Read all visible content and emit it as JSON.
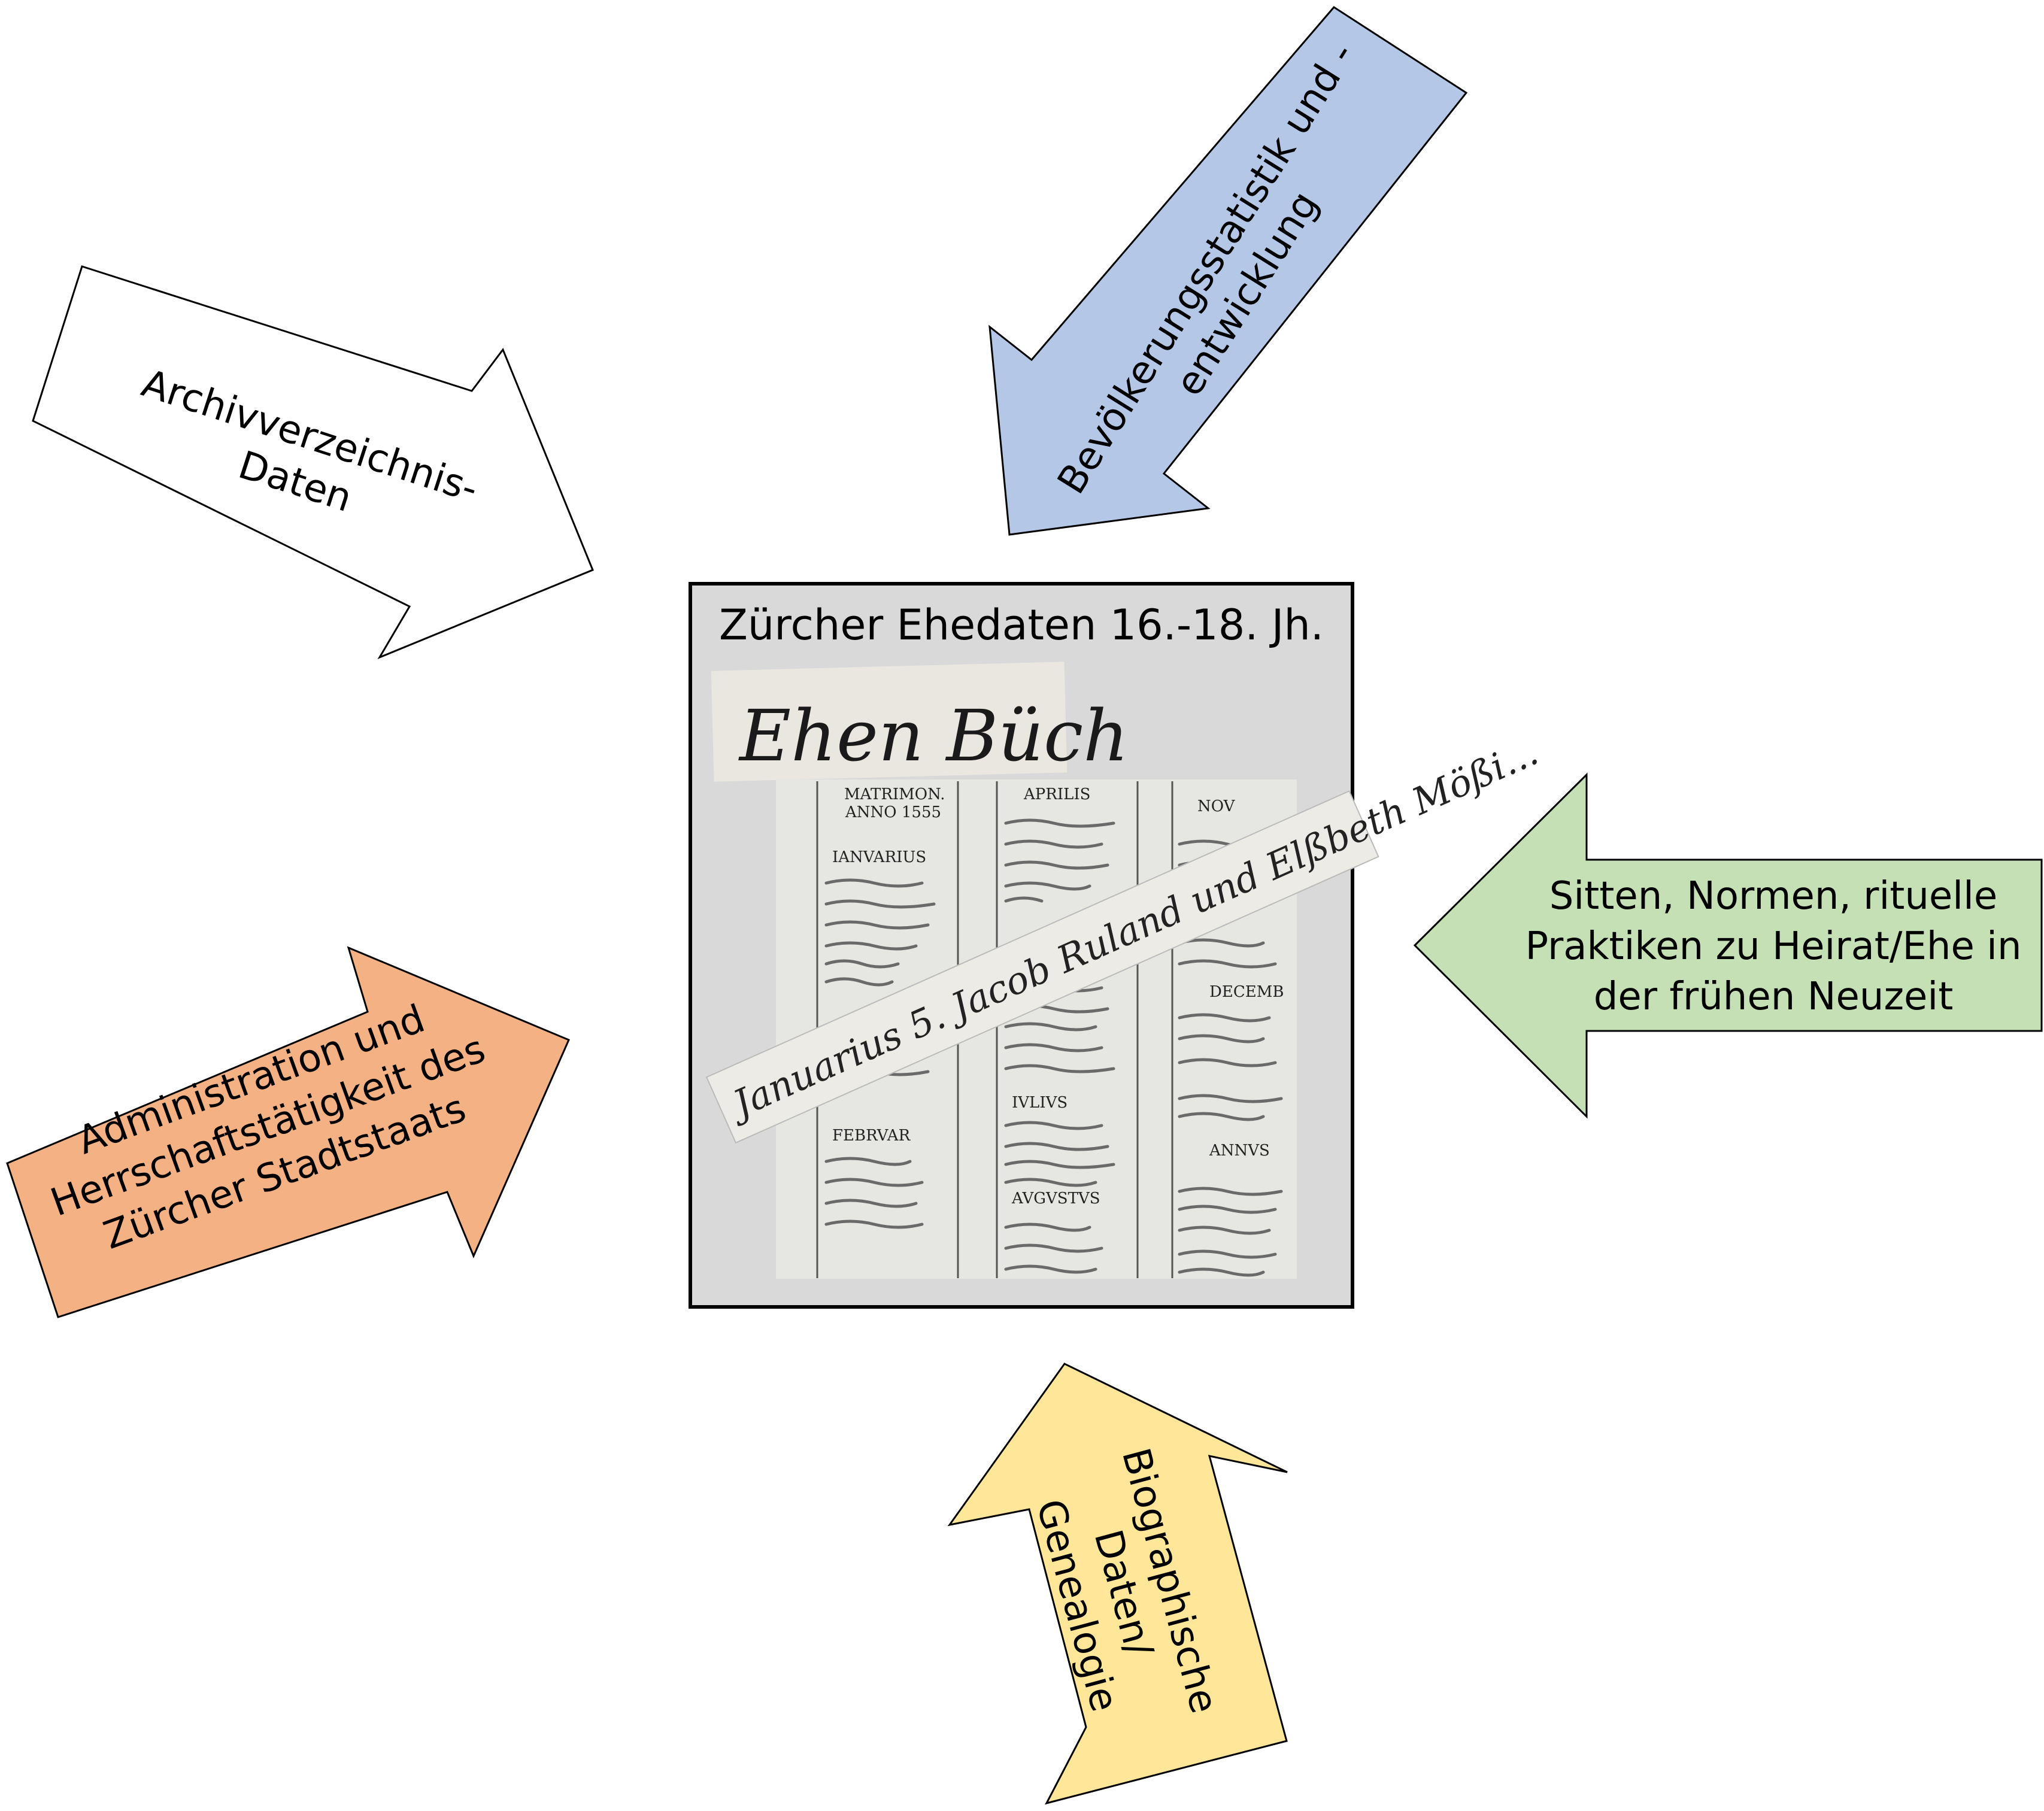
{
  "center": {
    "title": "Zürcher Ehedaten 16.-18. Jh.",
    "box_fill": "#d9d9d9",
    "border": "#000000",
    "document_heading": "Ehen Büch",
    "register_headers": [
      "MATRIMON.",
      "ANNO 1555",
      "APRILIS",
      "NOV",
      "IANVARIUS",
      "DECEMB",
      "IVLIVS",
      "FEBRVAR",
      "AVGVSTVS",
      "ANNVS"
    ],
    "strip_text": "Januarius 5. Jacob Ruland und Elßbeth Mößi..."
  },
  "arrows": {
    "archive": {
      "lines": [
        "Archivverzeichnis-",
        "Daten"
      ],
      "fill": "#ffffff"
    },
    "population": {
      "lines": [
        "Bevölkerungsstatistik und -",
        "entwicklung"
      ],
      "fill": "#b4c7e7"
    },
    "customs": {
      "lines": [
        "Sitten, Normen, rituelle",
        "Praktiken zu Heirat/Ehe in",
        "der frühen Neuzeit"
      ],
      "fill": "#c5e0b4"
    },
    "administration": {
      "lines": [
        "Administration und",
        "Herrschaftstätigkeit des",
        "Zürcher Stadtstaats"
      ],
      "fill": "#f4b183"
    },
    "biographic": {
      "lines": [
        "Biographische",
        "Daten/",
        "Genealogie"
      ],
      "fill": "#ffe699"
    }
  }
}
